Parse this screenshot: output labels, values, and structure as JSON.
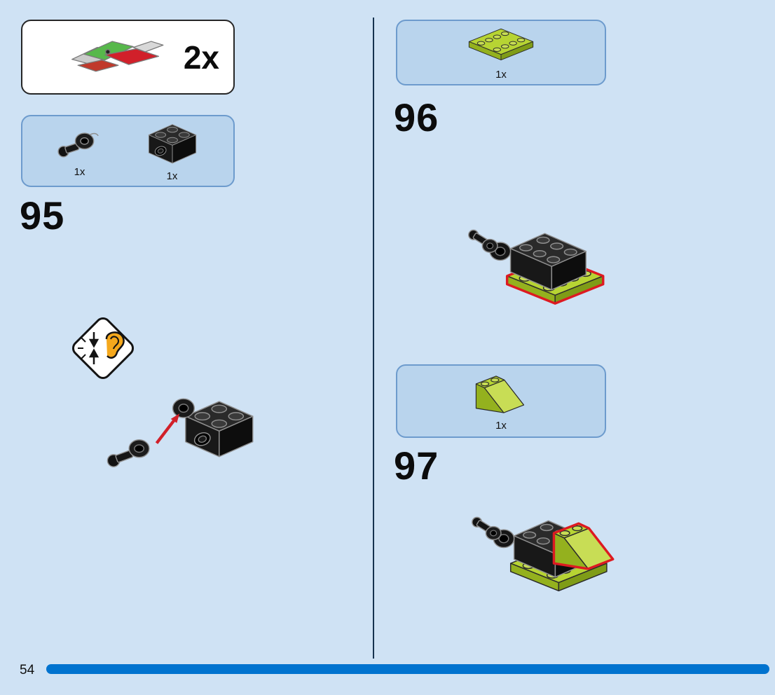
{
  "page": {
    "number": "54",
    "background_color": "#cfe2f4",
    "progress_bar_color": "#0073cf",
    "divider_color": "#16324f"
  },
  "submodel_box": {
    "multiplier": "2x"
  },
  "warning": {
    "icon": "press-click-ear-icon"
  },
  "steps": {
    "s95": {
      "number": "95",
      "parts": [
        {
          "count": "1x",
          "part": "black-ball-joint-connector"
        },
        {
          "count": "1x",
          "part": "black-brick-2x2-ball-socket"
        }
      ]
    },
    "s96": {
      "number": "96",
      "parts": [
        {
          "count": "1x",
          "part": "lime-plate-2x4"
        }
      ],
      "highlight_color": "#dd1a21"
    },
    "s97": {
      "number": "97",
      "parts": [
        {
          "count": "1x",
          "part": "lime-slope-2x2"
        }
      ],
      "highlight_color": "#dd1a21"
    }
  },
  "colors": {
    "lime": "#b7d433",
    "black_part": "#1a1a1a",
    "callout_fill": "#b9d4ed",
    "callout_border": "#6d9bcd",
    "red_highlight": "#dd1a21",
    "red_arrow": "#d1202a",
    "ear_orange": "#f5a81c"
  }
}
